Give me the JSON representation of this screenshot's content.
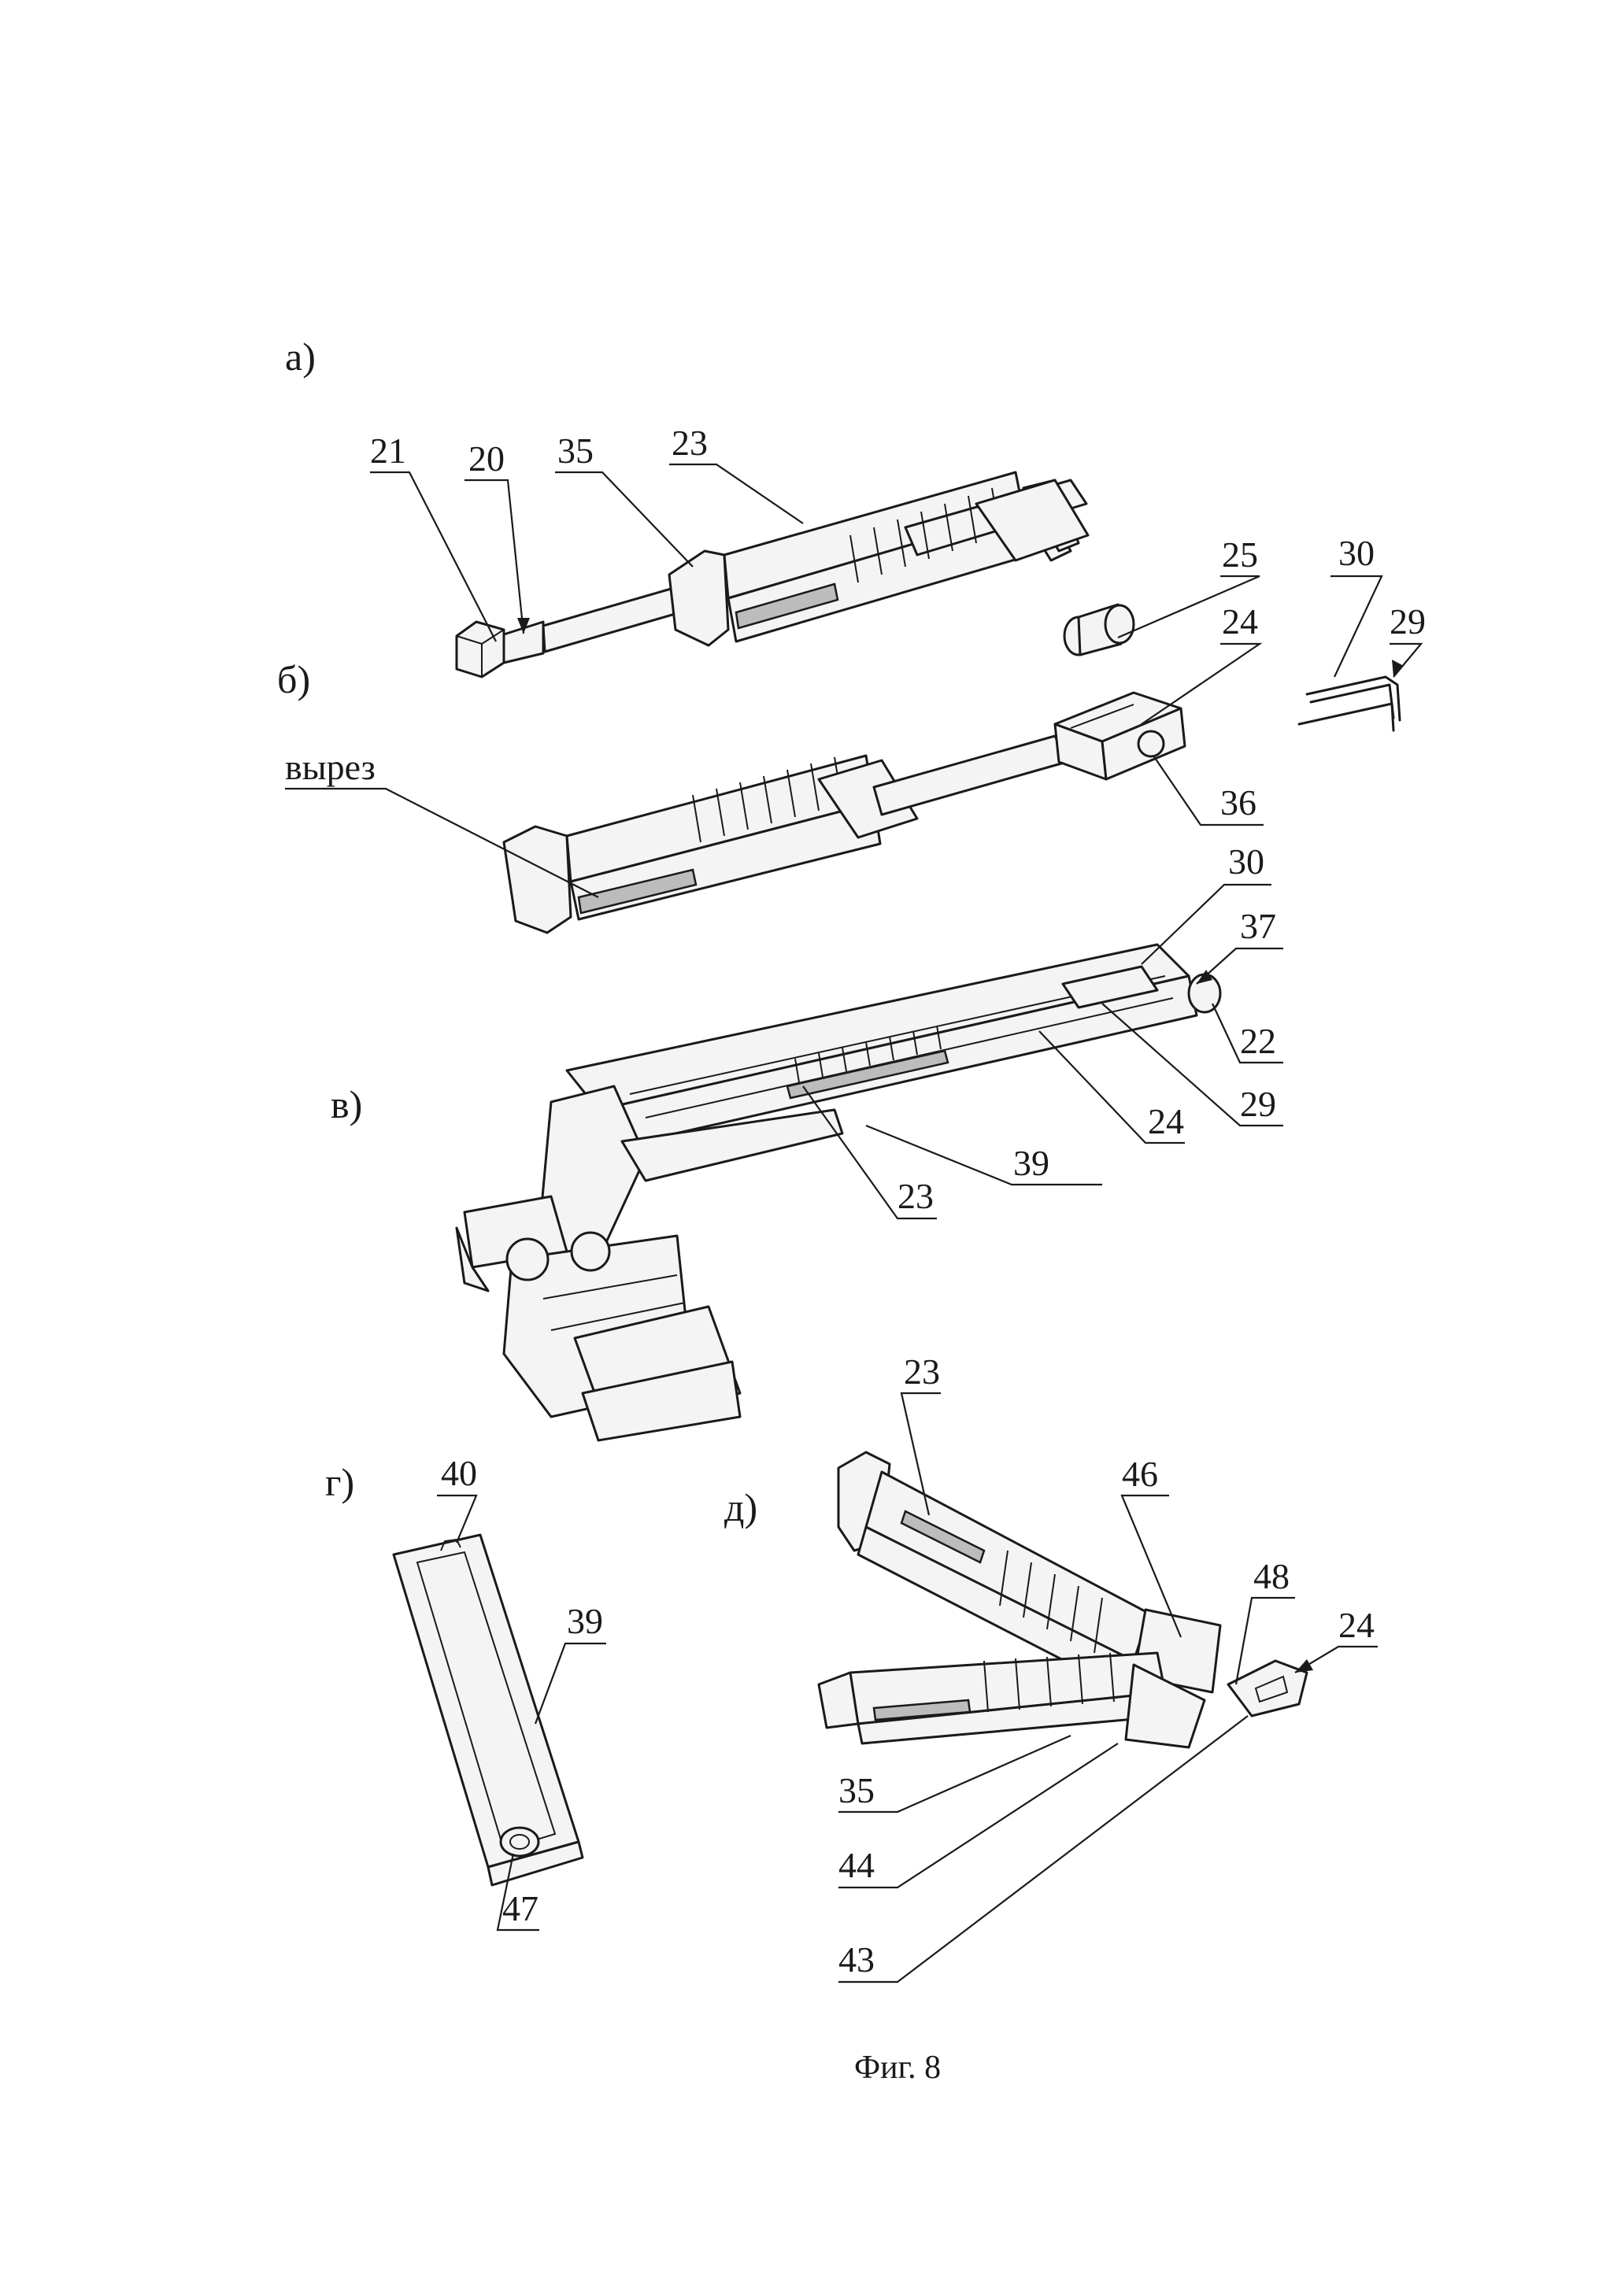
{
  "figure": {
    "caption": "Фиг. 8",
    "panels": [
      {
        "id": "a",
        "label": "а)"
      },
      {
        "id": "b",
        "label": "б)"
      },
      {
        "id": "v",
        "label": "в)"
      },
      {
        "id": "g",
        "label": "г)"
      },
      {
        "id": "d",
        "label": "д)"
      }
    ],
    "callouts": {
      "a": [
        "21",
        "20",
        "35",
        "23"
      ],
      "b": [
        "25",
        "24",
        "30",
        "29",
        "вырез",
        "36"
      ],
      "v": [
        "30",
        "37",
        "22",
        "29",
        "24",
        "39",
        "23"
      ],
      "g": [
        "40",
        "39",
        "47"
      ],
      "d": [
        "23",
        "46",
        "48",
        "24",
        "35",
        "44",
        "43"
      ]
    }
  }
}
